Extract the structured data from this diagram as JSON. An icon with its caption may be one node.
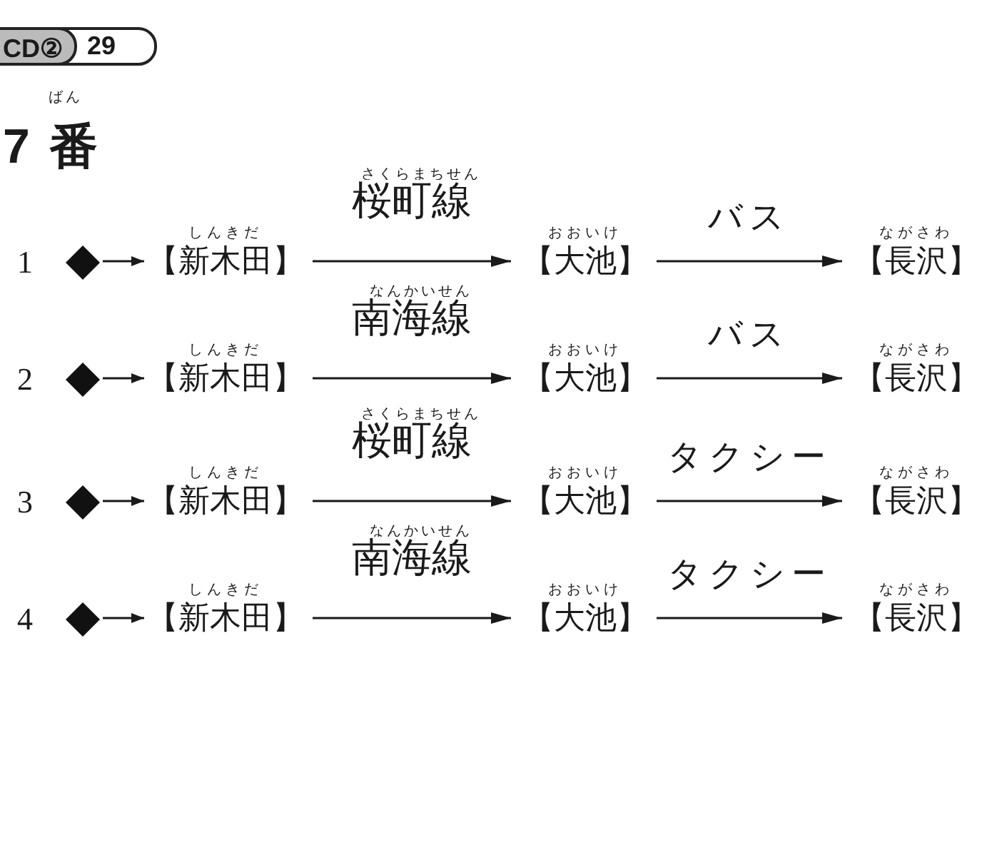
{
  "diagram": {
    "title": "7 番",
    "nodes": [
      {
        "text": [
          "CD②"
        ]
      },
      {
        "text": [
          "29"
        ]
      },
      {
        "text": [],
        "shape": "diamond"
      },
      {
        "text": [
          "しんきだ",
          "【新木田】"
        ]
      },
      {
        "text": [
          "おおいけ",
          "【大池】"
        ]
      },
      {
        "text": [
          "ながさわ",
          "【長沢】"
        ]
      },
      {
        "text": [],
        "shape": "diamond"
      },
      {
        "text": [
          "しんきだ",
          "【新木田】"
        ]
      },
      {
        "text": [
          "おおいけ",
          "【大池】"
        ]
      },
      {
        "text": [
          "ながさわ",
          "【長沢】"
        ]
      },
      {
        "text": [],
        "shape": "diamond"
      },
      {
        "text": [
          "しんきだ",
          "【新木田】"
        ]
      },
      {
        "text": [
          "おおいけ",
          "【大池】"
        ]
      },
      {
        "text": [
          "ながさわ",
          "【長沢】"
        ]
      },
      {
        "text": [],
        "shape": "diamond"
      },
      {
        "text": [
          "しんきだ",
          "【新木田】"
        ]
      },
      {
        "text": [
          "おおいけ",
          "【大池】"
        ]
      },
      {
        "text": [
          "ながさわ",
          "【長沢】"
        ]
      }
    ],
    "edges": [
      {
        "from": 2,
        "to": 3,
        "arrow": "to"
      },
      {
        "from": 3,
        "to": 4,
        "arrow": "to",
        "label": "桜町線"
      },
      {
        "from": 4,
        "to": 5,
        "arrow": "to",
        "label": "バス"
      },
      {
        "from": 6,
        "to": 7,
        "arrow": "to"
      },
      {
        "from": 7,
        "to": 8,
        "arrow": "to",
        "label": "南海線"
      },
      {
        "from": 8,
        "to": 9,
        "arrow": "to",
        "label": "バス"
      },
      {
        "from": 10,
        "to": 11,
        "arrow": "to"
      },
      {
        "from": 11,
        "to": 12,
        "arrow": "to",
        "label": "桜町線"
      },
      {
        "from": 12,
        "to": 13,
        "arrow": "to",
        "label": "タクシー"
      },
      {
        "from": 14,
        "to": 15,
        "arrow": "to"
      },
      {
        "from": 15,
        "to": 16,
        "arrow": "to",
        "label": "南海線"
      },
      {
        "from": 16,
        "to": 17,
        "arrow": "to",
        "label": "タクシー"
      }
    ],
    "labels": [
      "ばん",
      "1",
      "さくらまちせん",
      "2",
      "なんかいせん",
      "3",
      "さくらまちせん",
      "4",
      "なんかいせん"
    ]
  }
}
